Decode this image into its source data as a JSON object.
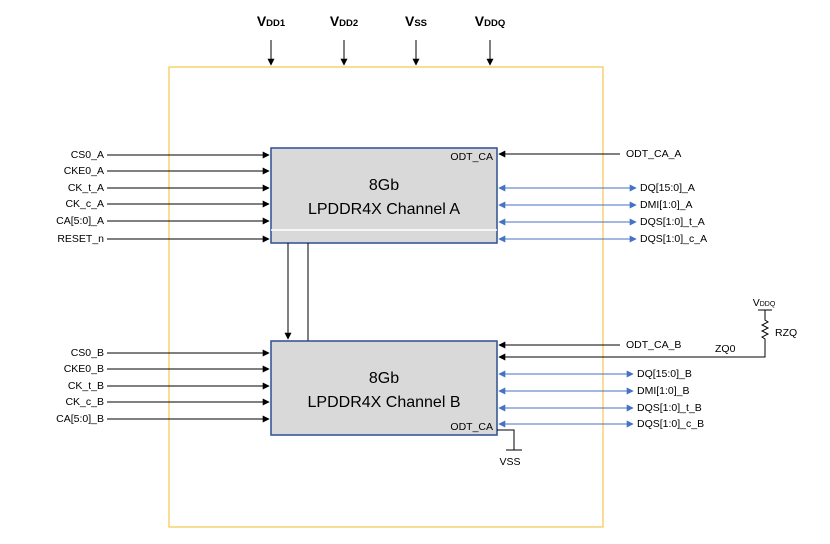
{
  "colors": {
    "package_border": "#f2c94c",
    "die_fill": "#d9d9d9",
    "die_border": "#2f4f8f",
    "bus_wire": "#4472c4",
    "wire": "#000000"
  },
  "rails": [
    {
      "main": "V",
      "sub": "DD1"
    },
    {
      "main": "V",
      "sub": "DD2"
    },
    {
      "main": "V",
      "sub": "SS"
    },
    {
      "main": "V",
      "sub": "DDQ"
    }
  ],
  "channel_a": {
    "line1": "8Gb",
    "line2": "LPDDR4X Channel A",
    "odt_label": "ODT_CA",
    "inputs": [
      "CS0_A",
      "CKE0_A",
      "CK_t_A",
      "CK_c_A",
      "CA[5:0]_A",
      "RESET_n"
    ],
    "odt_input": "ODT_CA_A",
    "bidir": [
      "DQ[15:0]_A",
      "DMI[1:0]_A",
      "DQS[1:0]_t_A",
      "DQS[1:0]_c_A"
    ]
  },
  "channel_b": {
    "line1": "8Gb",
    "line2": "LPDDR4X Channel B",
    "odt_label": "ODT_CA",
    "inputs": [
      "CS0_B",
      "CKE0_B",
      "CK_t_B",
      "CK_c_B",
      "CA[5:0]_B"
    ],
    "odt_input": "ODT_CA_B",
    "zq": "ZQ0",
    "bidir": [
      "DQ[15:0]_B",
      "DMI[1:0]_B",
      "DQS[1:0]_t_B",
      "DQS[1:0]_c_B"
    ],
    "odt_tie": "VSS"
  },
  "rzq": {
    "label": "RZQ",
    "supply_main": "V",
    "supply_sub": "DDQ"
  }
}
